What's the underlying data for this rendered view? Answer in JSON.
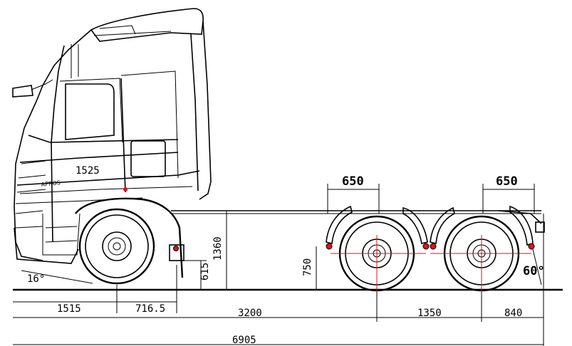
{
  "dimensions": {
    "front_overhang": "1515",
    "cab_step": "716.5",
    "wheelbase_front": "3200",
    "axle_spacing": "1350",
    "rear_overhang": "840",
    "overall_length": "6905",
    "cab_height_mark": "1525",
    "frame_height": "1360",
    "fifth_wheel_height": "750",
    "step_height": "615",
    "mudguard_left": "650",
    "mudguard_right": "650",
    "approach_angle": "16°",
    "departure_angle": "60°"
  },
  "badge": {
    "text": "APROS"
  },
  "colors": {
    "line": "#000000",
    "marker": "#e0101c"
  }
}
